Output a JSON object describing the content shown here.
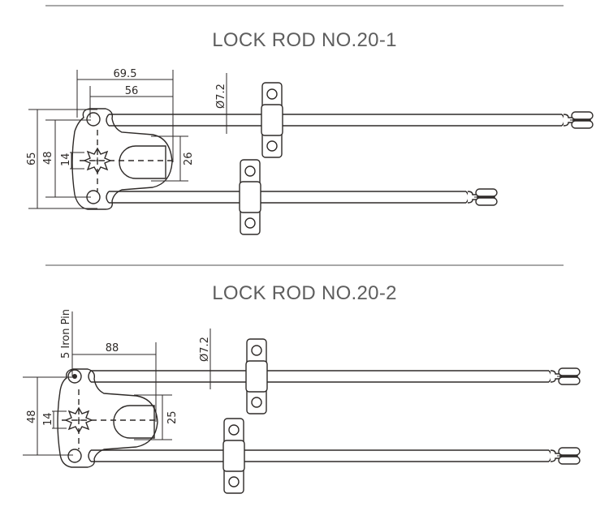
{
  "drawing_1": {
    "title": "LOCK ROD NO.20-1",
    "dimensions": {
      "overall_length": "69.5",
      "slot_length": "56",
      "rod_diameter": "Ø7.2",
      "outer_height": "65",
      "pin_spacing": "48",
      "center_width": "14",
      "slot_height": "26"
    }
  },
  "drawing_2": {
    "title": "LOCK ROD NO.20-2",
    "dimensions": {
      "pin_label": "5 Iron Pin",
      "slot_length": "88",
      "rod_diameter": "Ø7.2",
      "pin_spacing": "48",
      "center_width": "14",
      "slot_height": "25"
    }
  },
  "colors": {
    "line": "#2e2a28",
    "title": "#5e5e5e",
    "divider": "#a8a8a8"
  }
}
